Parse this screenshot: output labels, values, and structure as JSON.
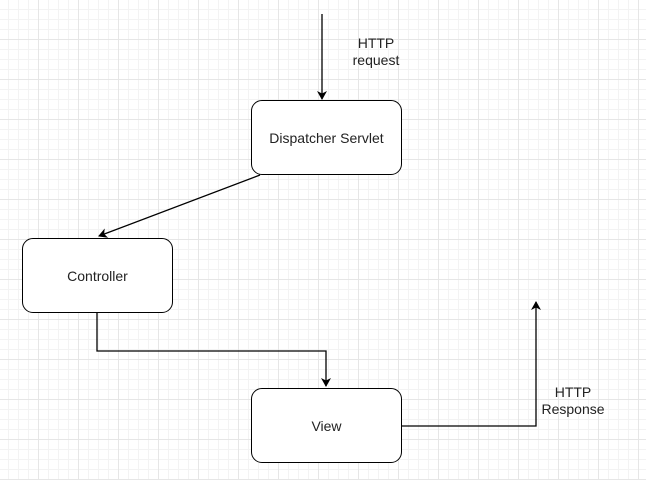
{
  "diagram": {
    "nodes": {
      "dispatcher": "Dispatcher Servlet",
      "controller": "Controller",
      "view": "View"
    },
    "labels": {
      "request_line1": "HTTP",
      "request_line2": "request",
      "response_line1": "HTTP",
      "response_line2": "Response"
    }
  },
  "colors": {
    "stroke": "#000000",
    "text": "#222222",
    "grid": "#e6e6e6"
  }
}
